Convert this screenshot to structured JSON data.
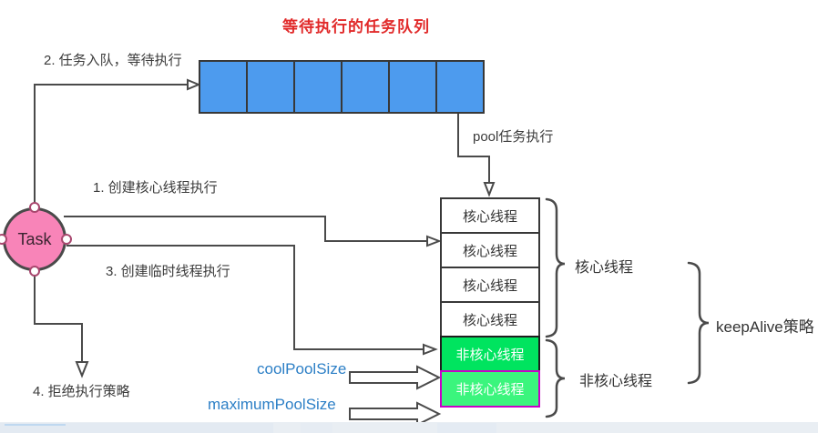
{
  "title": "等待执行的任务队列",
  "task_node": {
    "label": "Task"
  },
  "queue": {
    "cell_count": 6,
    "fill_color": "#4D9BEE"
  },
  "labels": {
    "step1": "1. 创建核心线程执行",
    "step2": "2. 任务入队，等待执行",
    "step3": "3. 创建临时线程执行",
    "step4": "4. 拒绝执行策略",
    "pool_exec": "pool任务执行",
    "cool_pool_size": "coolPoolSize",
    "maximum_pool_size": "maximumPoolSize"
  },
  "thread_stack": {
    "core_threads": [
      "核心线程",
      "核心线程",
      "核心线程",
      "核心线程"
    ],
    "noncore_threads": [
      "非核心线程",
      "非核心线程"
    ]
  },
  "braces": {
    "core_label": "核心线程",
    "noncore_label": "非核心线程",
    "keepalive_label": "keepAlive策略"
  },
  "colors": {
    "title_red": "#E12A2A",
    "queue_blue": "#4D9BEE",
    "task_pink": "#F884B8",
    "green_noncore_1": "#00E45F",
    "green_noncore_2": "#3BF57D",
    "magenta_border": "#C800C8",
    "blue_text": "#2C7FC6",
    "line_dark": "#4A4A4A"
  }
}
